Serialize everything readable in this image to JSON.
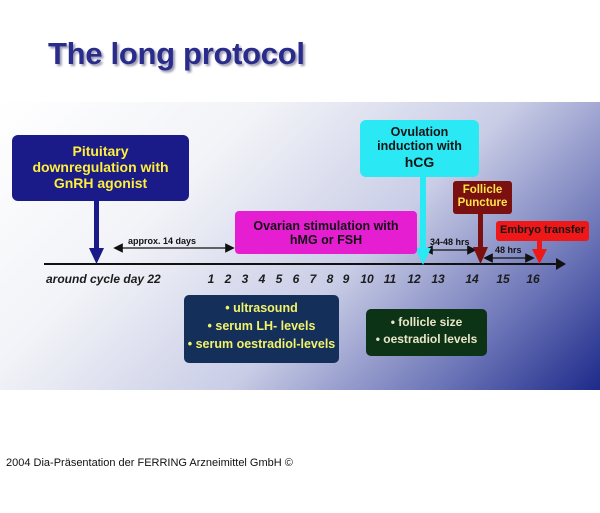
{
  "title": "The long protocol",
  "boxes": {
    "pituitary": [
      "Pituitary",
      "downregulation with",
      "GnRH agonist"
    ],
    "ovarian": [
      "Ovarian stimulation with",
      "hMG or FSH"
    ],
    "ovulation": [
      "Ovulation",
      "induction with",
      "hCG"
    ],
    "follicle": [
      "Follicle",
      "Puncture"
    ],
    "embryo": "Embryo transfer"
  },
  "intervals": {
    "approx": "approx. 14 days",
    "hrs_34_48": "34-48 hrs",
    "hrs_48": "48 hrs"
  },
  "timeline": {
    "label": "around cycle day 22",
    "days": [
      "1",
      "2",
      "3",
      "4",
      "5",
      "6",
      "7",
      "8",
      "9",
      "10",
      "11",
      "12",
      "13",
      "14",
      "15",
      "16"
    ]
  },
  "monitoring_1": [
    "• ultrasound",
    "• serum LH- levels",
    "• serum oestradiol-levels"
  ],
  "monitoring_2": [
    "• follicle size",
    "• oestradiol levels"
  ],
  "footer": "2004 Dia-Präsentation der FERRING Arzneimittel GmbH ©",
  "colors": {
    "title": "#2a2c8c",
    "pituitary_bg": "#1a1a88",
    "pituitary_text": "#ffef3a",
    "ovarian_bg": "#e61ed2",
    "ovulation_bg": "#2ae8f4",
    "follicle_bg": "#7a1010",
    "embryo_bg": "#ee1818",
    "monitor1_bg": "#14305a",
    "monitor2_bg": "#0c3316"
  }
}
